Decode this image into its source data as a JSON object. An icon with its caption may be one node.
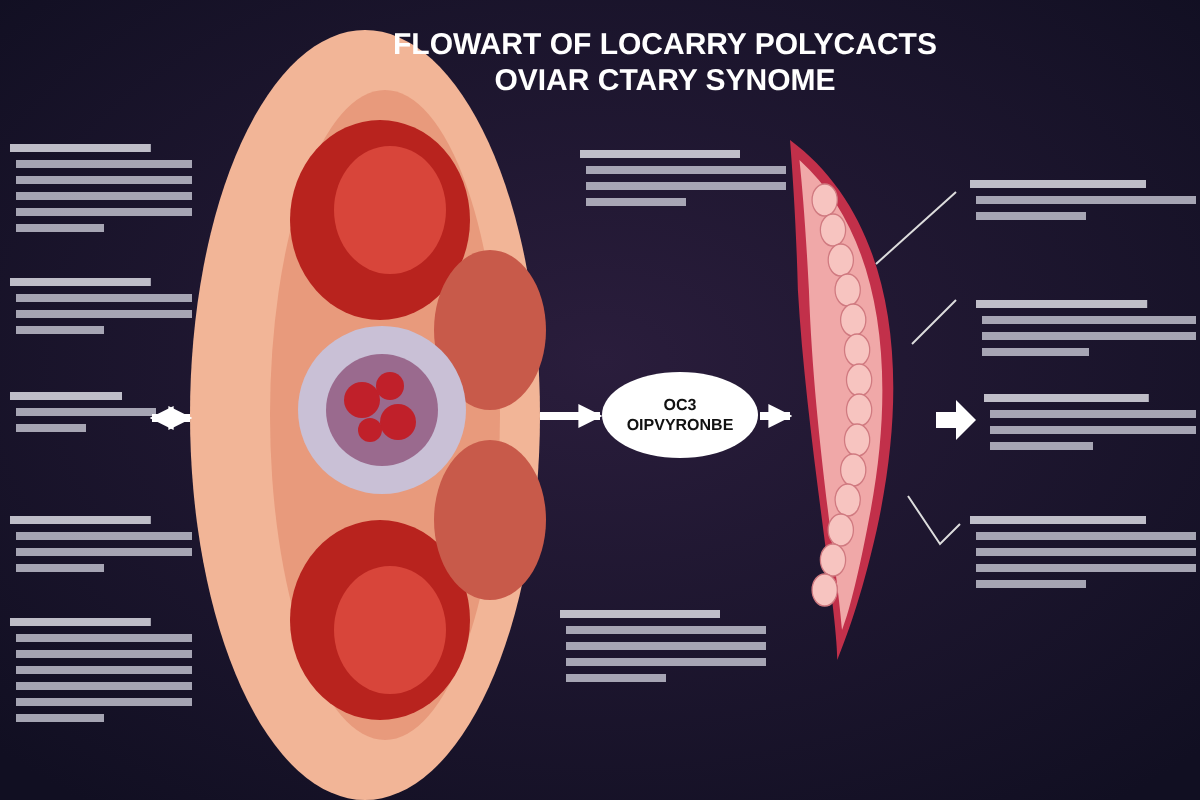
{
  "diagram": {
    "title": "FLOWART OF LOCARRY POLYCACTS OVIAR CTARY SYNOME",
    "nodes": [
      {
        "text": [],
        "shape": "picture"
      },
      {
        "text": [
          "OC3 OIPVYRONBE"
        ]
      },
      {
        "text": [],
        "shape": "picture"
      }
    ],
    "edges": [
      {
        "from": 0,
        "to": null,
        "arrow": "both",
        "style": "thick"
      },
      {
        "from": 0,
        "to": 1,
        "arrow": "to",
        "style": "thick"
      },
      {
        "from": 1,
        "to": 2,
        "arrow": "to",
        "style": "thick"
      },
      {
        "from": 2,
        "to": null,
        "arrow": "none"
      },
      {
        "from": 2,
        "to": null,
        "arrow": "none"
      },
      {
        "from": 2,
        "to": null,
        "arrow": "none"
      }
    ]
  }
}
